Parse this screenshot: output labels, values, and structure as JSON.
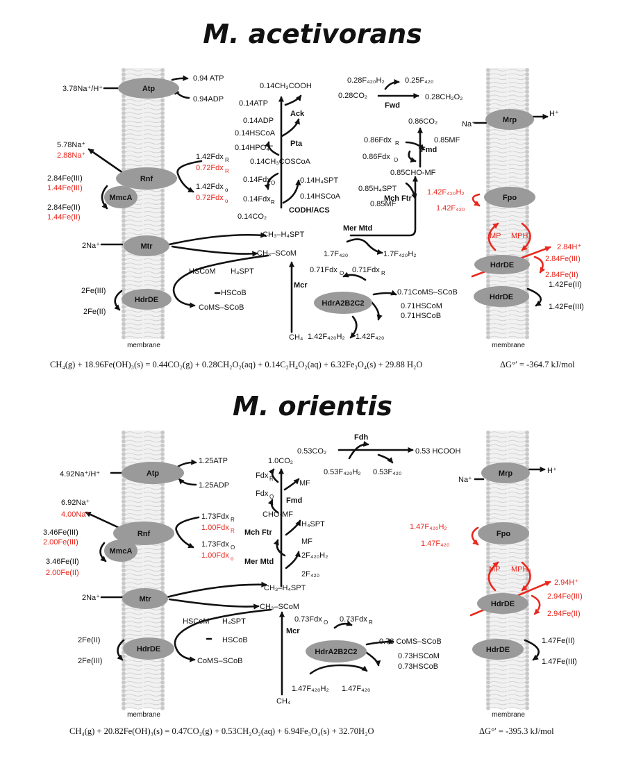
{
  "colors": {
    "black": "#111111",
    "red": "#e8281e",
    "enzyme_fill": "#9a9a9a",
    "membrane": "#c8c8c8"
  },
  "panels": [
    {
      "title": "M. acetivorans",
      "membrane_label": "membrane",
      "labels": {
        "t1": "3.78Na⁺/H⁺",
        "t2": "0.94 ATP",
        "t3": "0.94ADP",
        "t4": "5.78Na⁺",
        "t5": "2.88Na⁺",
        "t6": "2.84Fe(III)",
        "t7": "1.44Fe(III)",
        "t8": "2.84Fe(II)",
        "t9": "1.44Fe(II)",
        "t10": "1.42Fdx",
        "t11": "0.72Fdx",
        "t12": "1.42Fdx",
        "t13": "0.72Fdx",
        "t14": "2Na⁺",
        "t15": "2Fe(III)",
        "t16": "2Fe(II)",
        "t17": "0.14CH₃COOH",
        "t18": "0.14ATP",
        "t19": "0.14ADP",
        "t20": "0.14HSCoA",
        "t21": "0.14HPO₄⁼",
        "t22": "0.14CH₃COSCoA",
        "t23": "0.14Fdx",
        "t24": "0.14Fdx",
        "t25": "0.14CO₂",
        "t26": "0.14H₄SPT",
        "t27": "0.14HSCoA",
        "t28": "CH₃–H₄SPT",
        "t29": "CH₃–SCoM",
        "t30": "HSCoM",
        "t31": "H₄SPT",
        "t32": "HSCoB",
        "t33": "CoMS–SCoB",
        "t34": "CH₄",
        "t35": "1.7F₄₂₀",
        "t36": "1.7F₄₂₀H₂",
        "t37": "0.71Fdx",
        "t38": "0.71Fdx",
        "t39": "1.42F₄₂₀H₂",
        "t40": "1.42F₄₂₀",
        "t41": "0.71CoMS–SCoB",
        "t42": "0.71HSCoM",
        "t43": "0.71HSCoB",
        "t44": "0.28F₄₂₀H₂",
        "t45": "0.25F₄₂₀",
        "t46": "0.28CO₂",
        "t47": "0.28CH₂O₂",
        "t48": "0.86CO₂",
        "t49": "0.86Fdx",
        "t50": "0.85MF",
        "t51": "0.86Fdx",
        "t52": "0.85CHO-MF",
        "t53": "0.85H₄SPT",
        "t54": "0.85MF",
        "t55": "Na⁺",
        "t56": "H⁺",
        "t57": "1.42F₄₂₀H₂",
        "t58": "1.42F₄₂₀",
        "t59": "MP",
        "t60": "MPH₂",
        "t61": "2.84H⁺",
        "t62": "2.84Fe(III)",
        "t63": "2.84Fe(II)",
        "t64": "1.42Fe(II)",
        "t65": "1.42Fe(III)",
        "s1": "R",
        "s2": "R",
        "s3": "o",
        "s4": "o",
        "s5": "O",
        "s6": "R",
        "s7": "O",
        "s8": "R",
        "s9": "R",
        "s10": "O",
        "e1": "Ack",
        "e2": "Pta",
        "e3": "CODH/ACS",
        "e4": "Mer Mtd",
        "e5": "Mcr",
        "e6": "Fwd",
        "e7": "Fmd",
        "e8": "Mch Ftr",
        "o1": "Atp",
        "o2": "Rnf",
        "o3": "MmcA",
        "o4": "Mtr",
        "o5": "HdrDE",
        "o6": "HdrA2B2C2",
        "o7": "Mrp",
        "o8": "Fpo",
        "o9": "HdrDE",
        "o10": "HdrDE"
      },
      "equation": "CH₄(g) + 18.96Fe(OH)₃(s) = 0.44CO₂(g) + 0.28CH₂O₂(aq) + 0.14C₂H₄O₂(aq) + 6.32Fe₃O₄(s) + 29.88 H₂O",
      "delta_g": "ΔG°′ = -364.7 kJ/mol"
    },
    {
      "title": "M. orientis",
      "membrane_label": "membrane",
      "labels": {
        "t1": "4.92Na⁺/H⁺",
        "t2": "1.25ATP",
        "t3": "1.25ADP",
        "t4": "6.92Na⁺",
        "t5": "4.00Na⁺",
        "t6": "3.46Fe(III)",
        "t7": "2.00Fe(III)",
        "t8": "3.46Fe(II)",
        "t9": "2.00Fe(II)",
        "t10": "1.73Fdx",
        "t11": "1.00Fdx",
        "t12": "1.73Fdx",
        "t13": "1.00Fdx",
        "t14": "2Na⁺",
        "t15": "2Fe(II)",
        "t16": "2Fe(III)",
        "t17": "1.0CO₂",
        "t18": "Fdx",
        "t19": "Fdx",
        "t20": "MF",
        "t21": "CHO-MF",
        "t22": "H₄SPT",
        "t23": "MF",
        "t24": "2F₄₂₀H₂",
        "t25": "2F₄₂₀",
        "t26": "CH₃–H₄SPT",
        "t27": "CH₃–SCoM",
        "t28": "HSCoM",
        "t29": "H₄SPT",
        "t30": "HSCoB",
        "t31": "CoMS–SCoB",
        "t32": "CH₄",
        "t33": "0.73Fdx",
        "t34": "0.73Fdx",
        "t35": "1.47F₄₂₀H₂",
        "t36": "1.47F₄₂₀",
        "t37": "0.73 CoMS–SCoB",
        "t38": "0.73HSCoM",
        "t39": "0.73HSCoB",
        "t40": "0.53CO₂",
        "t41": "0.53 HCOOH",
        "t42": "0.53F₄₂₀H₂",
        "t43": "0.53F₄₂₀",
        "t44": "Na⁺",
        "t45": "H⁺",
        "t46": "1.47F₄₂₀H₂",
        "t47": "1.47F₄₂₀",
        "t48": "MP",
        "t49": "MPH₂",
        "t50": "2.94H⁺",
        "t51": "2.94Fe(III)",
        "t52": "2.94Fe(II)",
        "t53": "1.47Fe(II)",
        "t54": "1.47Fe(III)",
        "s1": "R",
        "s2": "R",
        "s3": "O",
        "s4": "o",
        "s5": "R",
        "s6": "O",
        "s7": "O",
        "s8": "R",
        "e1": "Fdh",
        "e2": "Fmd",
        "e3": "Mch Ftr",
        "e4": "Mer Mtd",
        "e5": "Mcr",
        "o1": "Atp",
        "o2": "Rnf",
        "o3": "MmcA",
        "o4": "Mtr",
        "o5": "HdrDE",
        "o6": "HdrA2B2C2",
        "o7": "Mrp",
        "o8": "Fpo",
        "o9": "HdrDE",
        "o10": "HdrDE"
      },
      "equation": "CH₄(g) + 20.82Fe(OH)₃(s) = 0.47CO₂(g) + 0.53CH₂O₂(aq) + 6.94Fe₃O₄(s) + 32.70H₂O",
      "delta_g": "ΔG°′ = -395.3 kJ/mol"
    }
  ]
}
